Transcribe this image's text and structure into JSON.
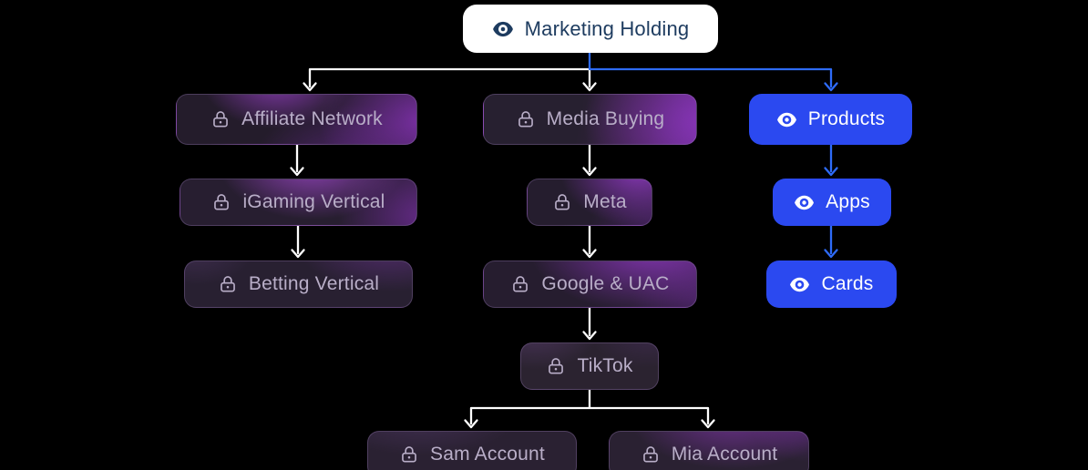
{
  "diagram": {
    "type": "org-chart",
    "root_label": "Marketing Holding",
    "nodes": [
      {
        "id": "marketing-holding",
        "label": "Marketing Holding",
        "icon": "eye",
        "variant": "white"
      },
      {
        "id": "affiliate-network",
        "label": "Affiliate Network",
        "icon": "lock",
        "variant": "purple"
      },
      {
        "id": "media-buying",
        "label": "Media Buying",
        "icon": "lock",
        "variant": "purple"
      },
      {
        "id": "products",
        "label": "Products",
        "icon": "eye",
        "variant": "blue"
      },
      {
        "id": "igaming-vertical",
        "label": "iGaming Vertical",
        "icon": "lock",
        "variant": "purple"
      },
      {
        "id": "meta",
        "label": "Meta",
        "icon": "lock",
        "variant": "purple"
      },
      {
        "id": "apps",
        "label": "Apps",
        "icon": "eye",
        "variant": "blue"
      },
      {
        "id": "betting-vertical",
        "label": "Betting Vertical",
        "icon": "lock",
        "variant": "purple"
      },
      {
        "id": "google-uac",
        "label": "Google & UAC",
        "icon": "lock",
        "variant": "purple"
      },
      {
        "id": "cards",
        "label": "Cards",
        "icon": "eye",
        "variant": "blue"
      },
      {
        "id": "tiktok",
        "label": "TikTok",
        "icon": "lock",
        "variant": "purple"
      },
      {
        "id": "sam-account",
        "label": "Sam Account",
        "icon": "lock",
        "variant": "purple"
      },
      {
        "id": "mia-account",
        "label": "Mia Account",
        "icon": "lock",
        "variant": "purple"
      }
    ],
    "edges": [
      {
        "from": "marketing-holding",
        "to": "affiliate-network",
        "color": "white"
      },
      {
        "from": "marketing-holding",
        "to": "media-buying",
        "color": "white"
      },
      {
        "from": "marketing-holding",
        "to": "products",
        "color": "blue"
      },
      {
        "from": "affiliate-network",
        "to": "igaming-vertical",
        "color": "white"
      },
      {
        "from": "igaming-vertical",
        "to": "betting-vertical",
        "color": "white"
      },
      {
        "from": "media-buying",
        "to": "meta",
        "color": "white"
      },
      {
        "from": "meta",
        "to": "google-uac",
        "color": "white"
      },
      {
        "from": "google-uac",
        "to": "tiktok",
        "color": "white"
      },
      {
        "from": "tiktok",
        "to": "sam-account",
        "color": "white"
      },
      {
        "from": "tiktok",
        "to": "mia-account",
        "color": "white"
      },
      {
        "from": "products",
        "to": "apps",
        "color": "blue"
      },
      {
        "from": "apps",
        "to": "cards",
        "color": "blue"
      }
    ],
    "colors": {
      "background": "#000000",
      "accent_blue": "#2b49f0",
      "connector_blue": "#2e6bf8",
      "connector_white": "#ffffff",
      "locked_text": "#b9aec8",
      "root_text": "#1d3b5f",
      "locked_highlight": "#7c2fa6"
    }
  }
}
